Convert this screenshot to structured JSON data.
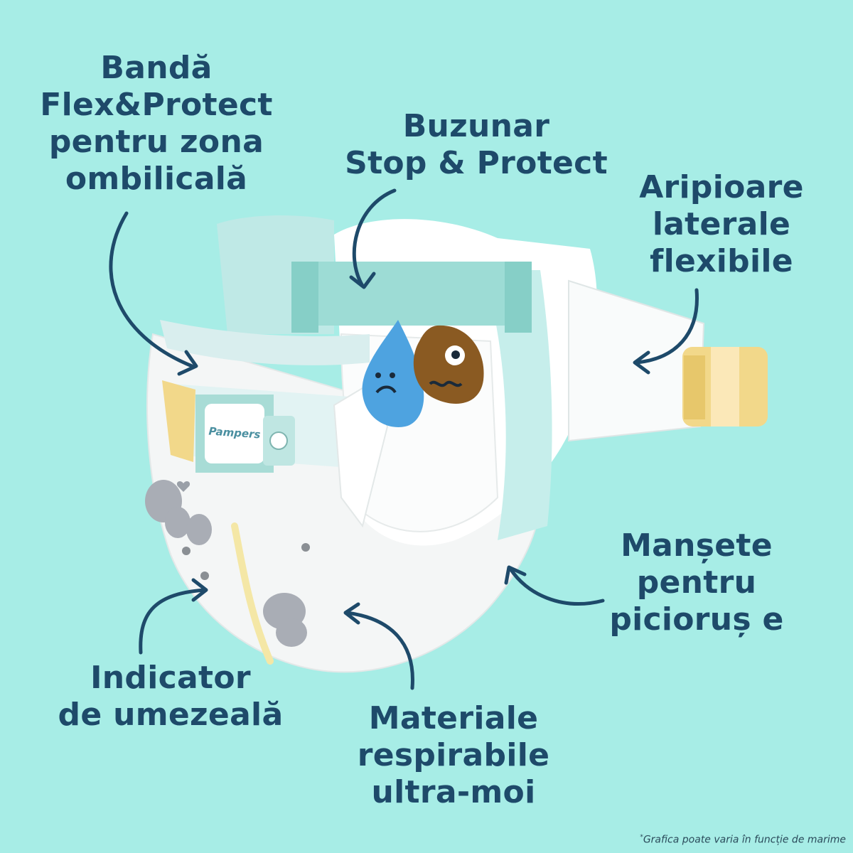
{
  "labels": {
    "band": [
      "Bandă",
      "Flex&Protect",
      "pentru zona",
      "ombilicală"
    ],
    "pocket": [
      "Buzunar",
      "Stop & Protect"
    ],
    "wings": [
      "Aripioare",
      "laterale",
      "flexibile"
    ],
    "cuffs": [
      "Manșete",
      "pentru",
      "picioruș e"
    ],
    "indicator": [
      "Indicator",
      "de umezeală"
    ],
    "material": [
      "Materiale",
      "respirabile",
      "ultra-moi"
    ]
  },
  "brand_logo": "Pampers",
  "footnote": {
    "mark": "*",
    "text": "Grafica poate varia în funcție de marime"
  },
  "colors": {
    "background": "#a7ede6",
    "text": "#1e4a6a",
    "diaper": "#f7f8f8",
    "waistband": "#b8e6e3",
    "tape": "#f2d88a",
    "drop": "#4ea3e0",
    "poop": "#8a5a22"
  },
  "icons": [
    "elephant-print-icon",
    "heart-icon",
    "water-drop-icon",
    "poop-icon"
  ]
}
